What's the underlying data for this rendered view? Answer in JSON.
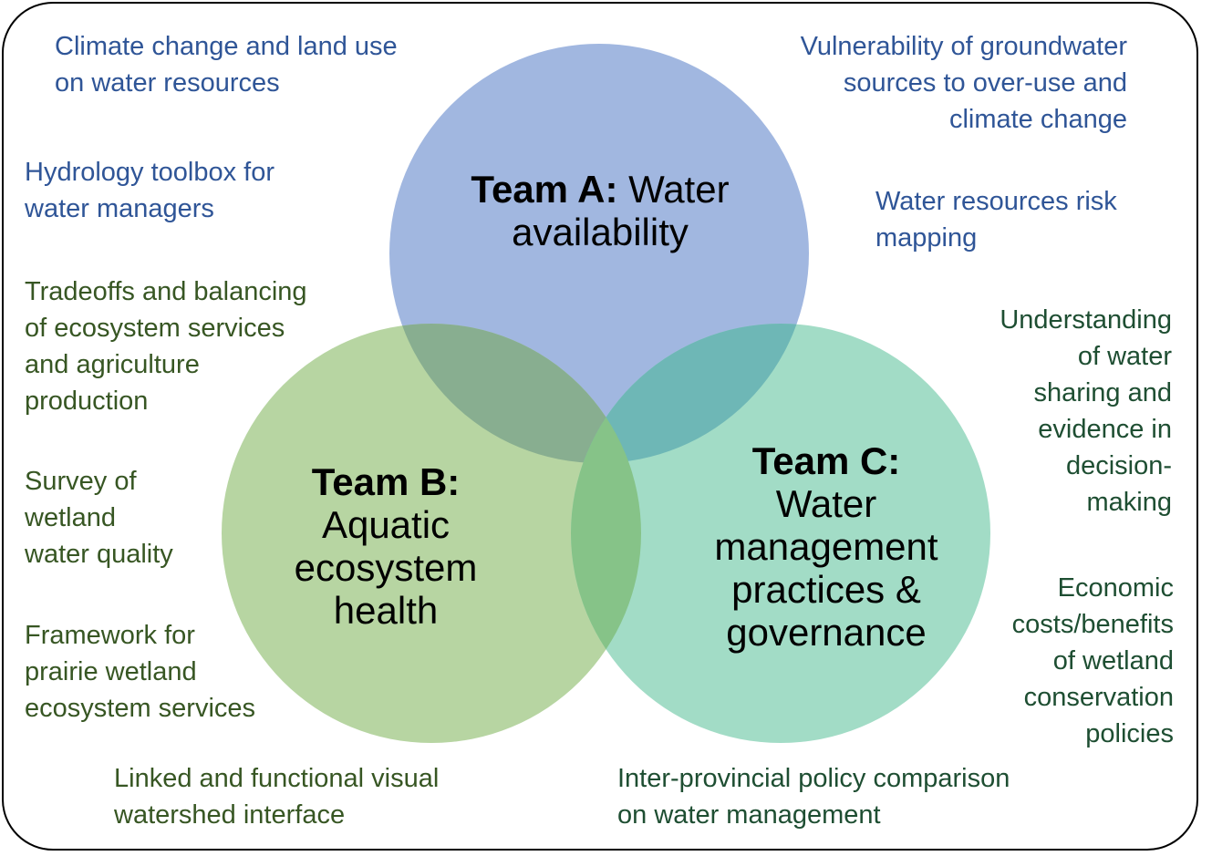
{
  "colors": {
    "team_a": "#a1b7e0",
    "team_b": "#b7d5a2",
    "team_c": "#a2dcc6",
    "ab_overlap": "#88ae90",
    "ac_overlap": "#6eb7b6",
    "bc_overlap": "#86c388",
    "team_a_text": "#2f5597",
    "team_b_text": "#375623",
    "team_c_text": "#1e4e32"
  },
  "teams": {
    "a": {
      "name": "Team A:",
      "topic": "Water availability"
    },
    "b": {
      "name": "Team B:",
      "topic": "Aquatic ecosystem health"
    },
    "c": {
      "name": "Team C:",
      "topic": "Water management practices & governance"
    }
  },
  "projects": {
    "climate_land_use": "Climate change and land use\non water resources",
    "hydrology_toolbox": "Hydrology toolbox for\nwater managers",
    "groundwater_vulnerability": "Vulnerability of groundwater\nsources to over-use and\nclimate change",
    "risk_mapping": "Water resources risk\nmapping",
    "tradeoffs": "Tradeoffs and balancing\nof ecosystem services\nand agriculture\nproduction",
    "wetland_survey": "Survey of\nwetland\nwater quality",
    "wetland_framework": "Framework for\nprairie wetland\necosystem services",
    "watershed_interface": "Linked and functional visual\nwatershed interface",
    "water_sharing": "Understanding\nof water\nsharing and\nevidence in\ndecision-\nmaking",
    "economic_costs": "Economic\ncosts/benefits\nof wetland\nconservation\npolicies",
    "policy_comparison": "Inter-provincial policy comparison\non water management"
  }
}
